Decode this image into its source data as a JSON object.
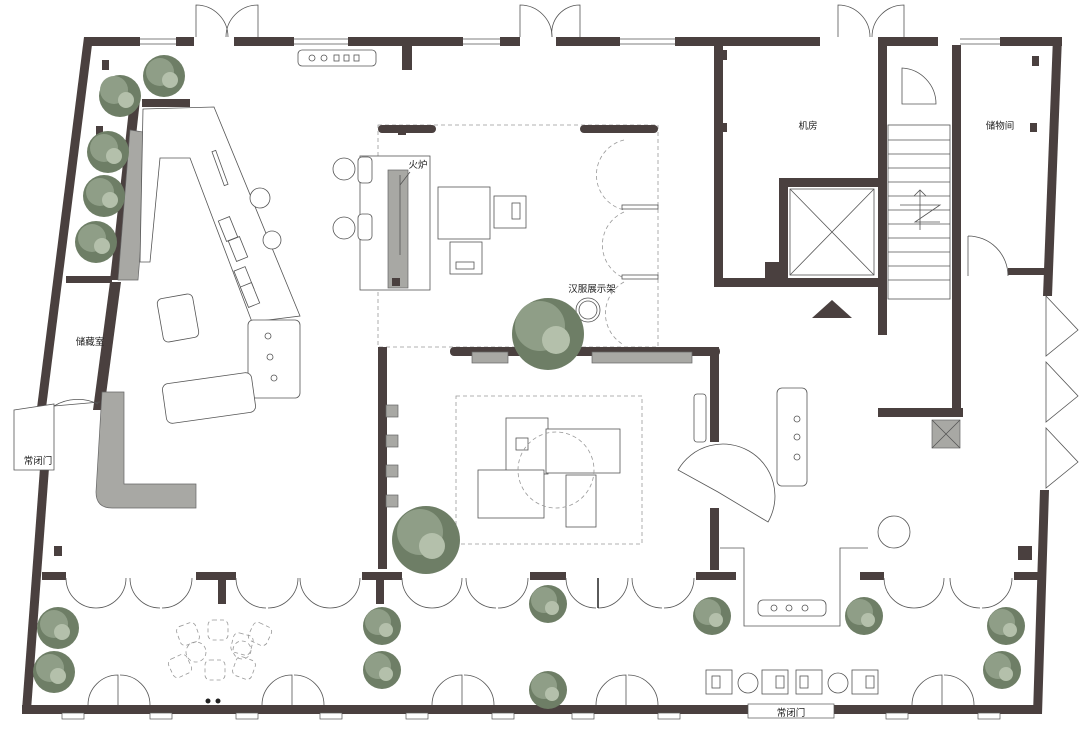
{
  "labels": {
    "fire_stove": "火炉",
    "hanfu_rack": "汉服展示架",
    "machine_room": "机房",
    "storage_room": "储物间",
    "storeroom": "储藏室",
    "normally_closed_left": "常闭门",
    "normally_closed_bottom": "常闭门"
  },
  "colors": {
    "wall": "#4a403f",
    "counter_gray": "#a8a8a4",
    "tree_green": "#8f9e87",
    "dashed_outline": "#999999"
  },
  "icons": [
    "tree-icon",
    "stair-arrow-icon",
    "entrance-triangle-icon",
    "door-swing-icon"
  ]
}
